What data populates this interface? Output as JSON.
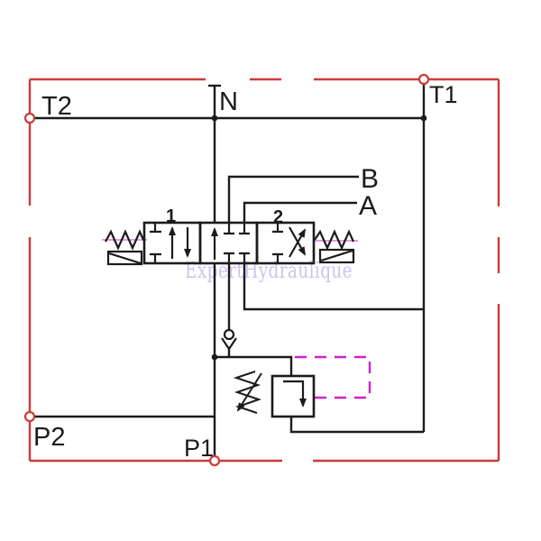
{
  "watermark_text": "ExpertHydraulique",
  "labels": {
    "t2": "T2",
    "n": "N",
    "t1": "T1",
    "b": "B",
    "a": "A",
    "p2": "P2",
    "p1": "P1",
    "spool_position_1": "1",
    "spool_position_2": "2"
  },
  "colors": {
    "line": "#1b1b1b",
    "border": "#cc3a3a",
    "magenta": "#cc22cc",
    "pink": "#e49cd8",
    "watermark": "#c7b8ee"
  }
}
